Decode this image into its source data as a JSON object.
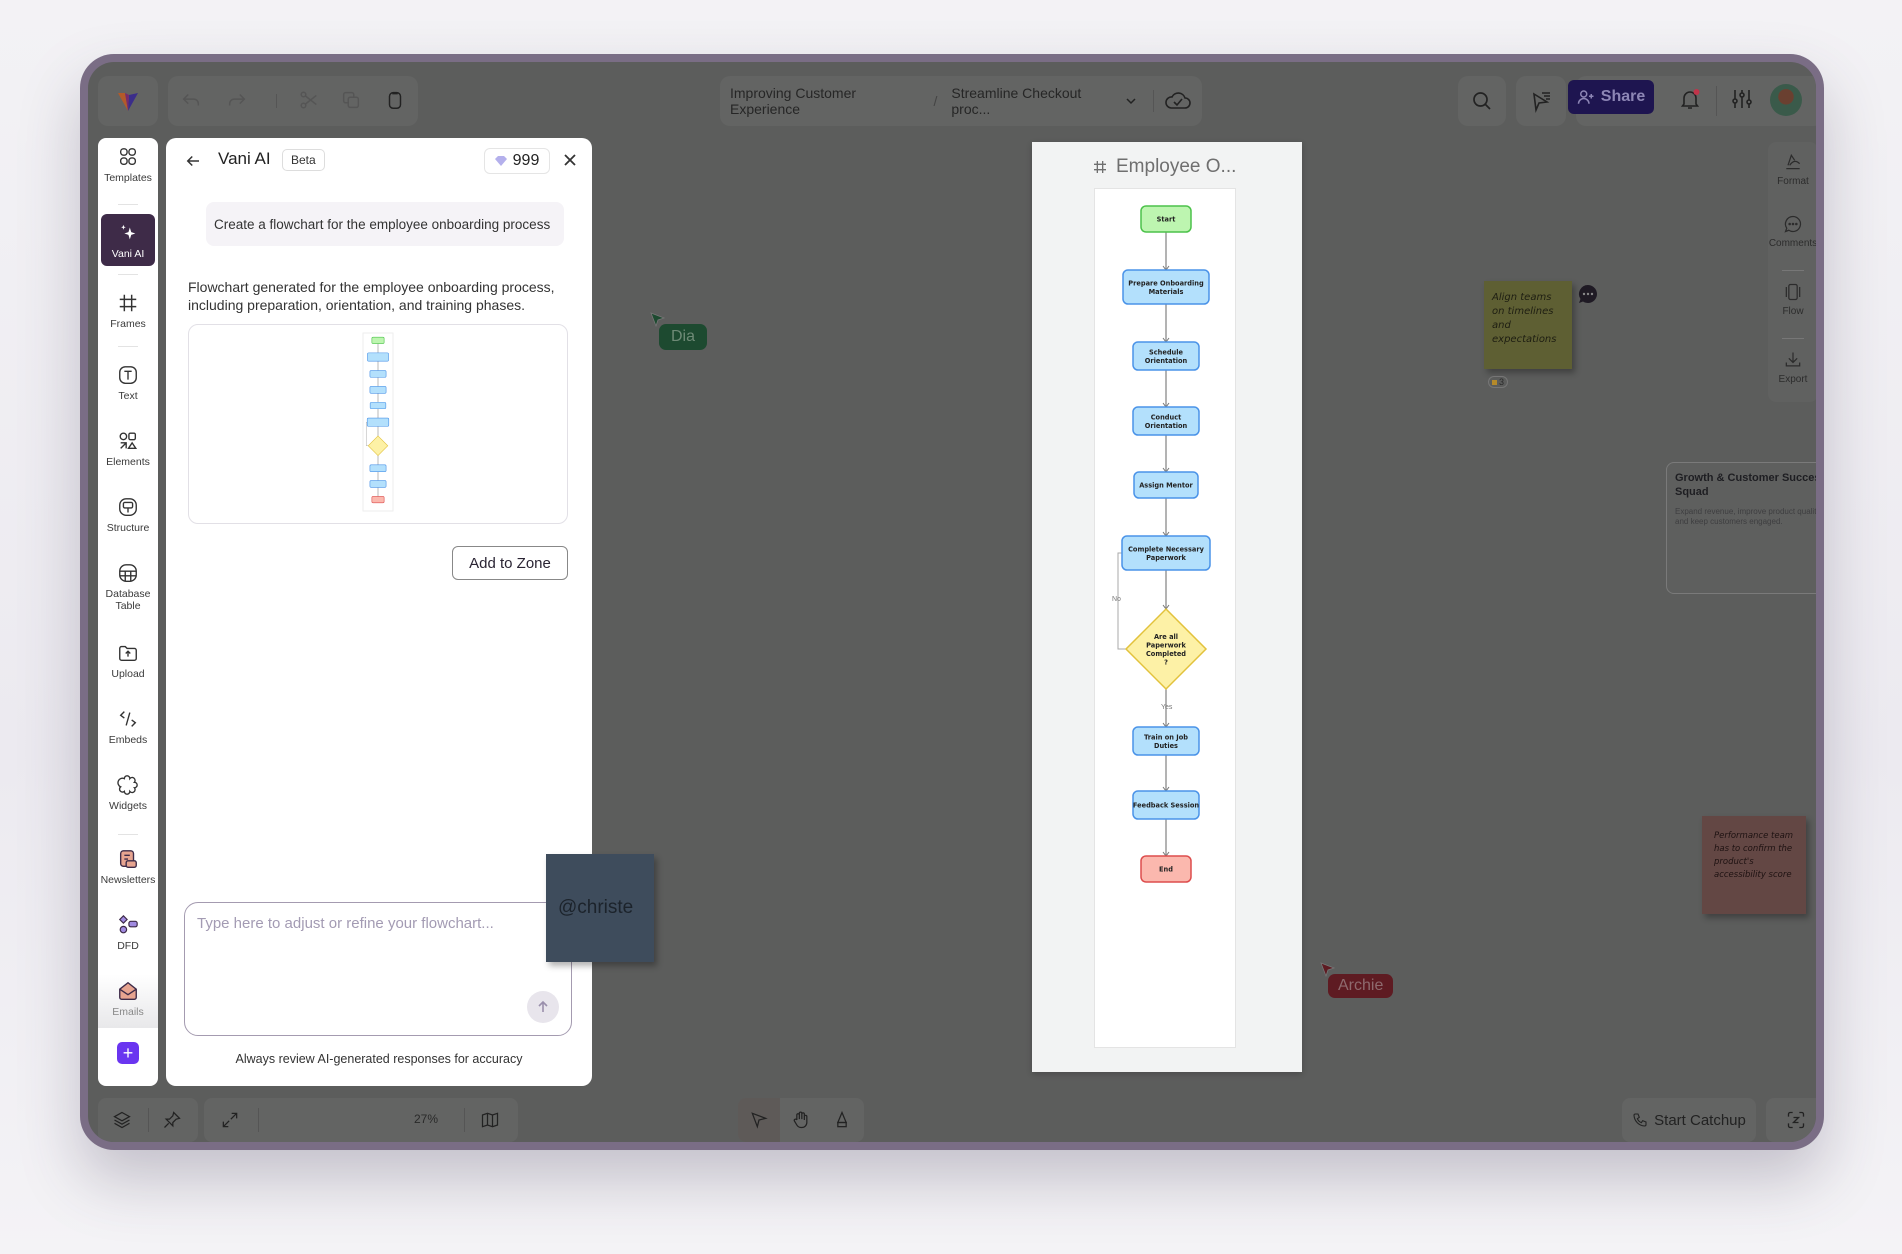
{
  "topbar": {
    "logo": "vani-logo-icon",
    "undo_icon": "undo-icon",
    "redo_icon": "redo-icon",
    "cut_icon": "scissors-icon",
    "copy_icon": "copy-icon",
    "paste_icon": "clipboard-icon",
    "breadcrumb": [
      "Improving Customer Experience",
      "Streamline Checkout proc..."
    ],
    "breadcrumb_separator": "/",
    "sync_icon": "cloud-check-icon",
    "share_label": "Share",
    "notification_dot_color": "#c0344a",
    "accent": "#1e1550"
  },
  "left_toolbar": {
    "items": [
      {
        "label": "Templates",
        "icon": "templates-icon"
      },
      {
        "label": "Vani AI",
        "icon": "sparkle-icon",
        "active": true
      },
      {
        "label": "Frames",
        "icon": "frame-icon"
      },
      {
        "label": "Text",
        "icon": "text-icon"
      },
      {
        "label": "Elements",
        "icon": "shapes-icon"
      },
      {
        "label": "Structure",
        "icon": "structure-icon"
      },
      {
        "label": "Database Table",
        "icon": "table-icon"
      },
      {
        "label": "Upload",
        "icon": "upload-icon"
      },
      {
        "label": "Embeds",
        "icon": "code-icon"
      },
      {
        "label": "Widgets",
        "icon": "widget-icon"
      },
      {
        "label": "Newsletters",
        "icon": "newsletter-icon"
      },
      {
        "label": "DFD",
        "icon": "dfd-icon"
      },
      {
        "label": "Emails",
        "icon": "email-icon"
      }
    ],
    "add_label": "+"
  },
  "ai_panel": {
    "title": "Vani AI",
    "badge": "Beta",
    "credits": "999",
    "user_prompt": "Create a flowchart for the employee onboarding process",
    "response": "Flowchart generated for the employee onboarding process, including preparation, orientation, and training phases.",
    "add_button": "Add to Zone",
    "input_placeholder": "Type here to adjust or refine your flowchart...",
    "input_value": "",
    "disclaimer": "Always review AI-generated responses for accuracy"
  },
  "canvas": {
    "frame_title": "Employee O...",
    "flow": {
      "nodes": [
        {
          "label": "Start",
          "type": "start"
        },
        {
          "label": "Prepare Onboarding Materials",
          "type": "process"
        },
        {
          "label": "Schedule Orientation",
          "type": "process"
        },
        {
          "label": "Conduct Orientation",
          "type": "process"
        },
        {
          "label": "Assign Mentor",
          "type": "process"
        },
        {
          "label": "Complete Necessary Paperwork",
          "type": "process"
        },
        {
          "label": "Are all Paperwork Completed ?",
          "type": "decision"
        },
        {
          "label": "Train on Job Duties",
          "type": "process"
        },
        {
          "label": "Feedback Session",
          "type": "process"
        },
        {
          "label": "End",
          "type": "end"
        }
      ],
      "edge_labels": {
        "no": "No",
        "yes": "Yes"
      }
    },
    "cursors": [
      {
        "name": "Dia",
        "color": "#1d4a30"
      },
      {
        "name": "Archie",
        "color": "#5e1b22"
      }
    ],
    "stickies": [
      {
        "text": "@christe",
        "color": "#3e4c5c"
      },
      {
        "text": "Align teams on timelines and expectations",
        "color": "#5e5f33",
        "reactions": "3"
      },
      {
        "text": "Performance team has to confirm the product's accessibility score",
        "color": "#634744"
      }
    ],
    "zone_card": {
      "title": "Growth & Customer Success Squad",
      "description": "Expand revenue, improve product quality, and keep customers engaged."
    }
  },
  "right_toolbar": {
    "items": [
      {
        "label": "Format",
        "icon": "format-icon"
      },
      {
        "label": "Comments",
        "icon": "comment-icon"
      },
      {
        "label": "Flow",
        "icon": "flow-icon"
      },
      {
        "label": "Export",
        "icon": "export-icon"
      }
    ]
  },
  "bottom_bar": {
    "zoom_level": "27%",
    "zoom_fraction": 0.27,
    "catchup_label": "Start Catchup"
  }
}
